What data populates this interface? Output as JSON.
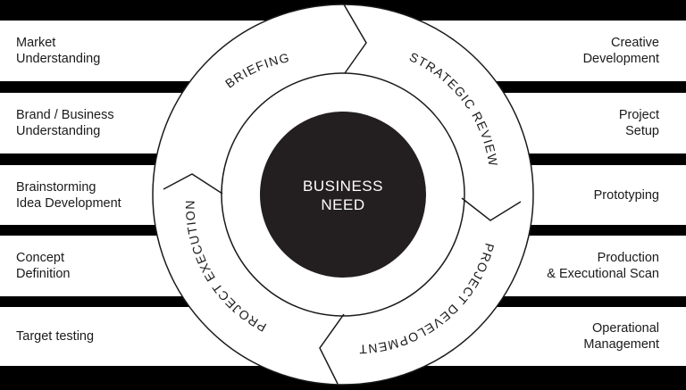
{
  "left_boxes": [
    {
      "line1": "Market",
      "line2": "Understanding"
    },
    {
      "line1": "Brand / Business",
      "line2": "Understanding"
    },
    {
      "line1": "Brainstorming",
      "line2": "Idea Development"
    },
    {
      "line1": "Concept",
      "line2": "Definition"
    },
    {
      "line1": "Target testing",
      "line2": ""
    }
  ],
  "right_boxes": [
    {
      "line1": "Creative",
      "line2": "Development"
    },
    {
      "line1": "Project",
      "line2": "Setup"
    },
    {
      "line1": "Prototyping",
      "line2": ""
    },
    {
      "line1": "Production",
      "line2": "& Executional Scan"
    },
    {
      "line1": "Operational",
      "line2": "Management"
    }
  ],
  "ring_labels": {
    "briefing": "BRIEFING",
    "strategic_review": "STRATEGIC REVIEW",
    "project_development": "PROJECT DEVELOPMENT",
    "project_execution": "PROJECT EXECUTION"
  },
  "center": {
    "line1": "BUSINESS",
    "line2": "NEED"
  },
  "colors": {
    "background": "#000000",
    "panel": "#ffffff",
    "center_fill": "#231f20",
    "stroke": "#1a1a1a"
  }
}
